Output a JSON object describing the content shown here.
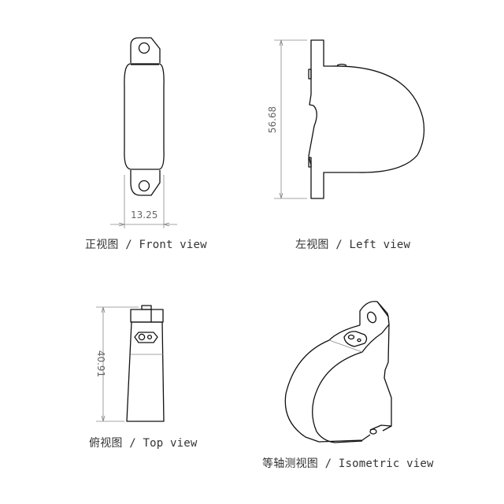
{
  "views": {
    "front": {
      "caption": "正视图 / Front view",
      "dimension": "13.25"
    },
    "left": {
      "caption": "左视图 / Left view",
      "dimension": "56.68"
    },
    "top": {
      "caption": "俯视图 / Top view",
      "dimension": "40.91"
    },
    "isometric": {
      "caption": "等轴测视图 / Isometric view"
    }
  },
  "colors": {
    "line": "#111111",
    "dim": "#888888",
    "text": "#333333"
  }
}
